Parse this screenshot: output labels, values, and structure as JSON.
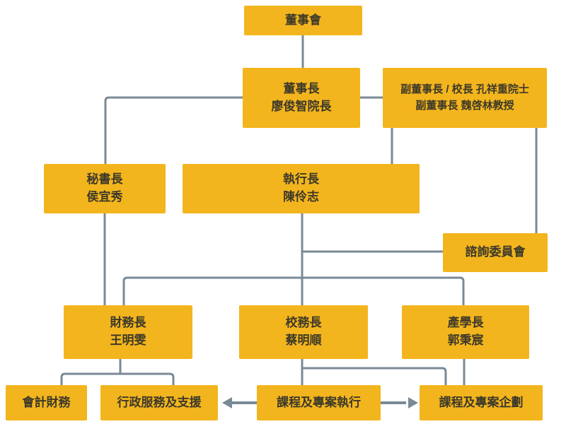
{
  "diagram": {
    "type": "organization-chart",
    "colors": {
      "box_fill": "#F3B51D",
      "connector": "#7A8A96",
      "text": "#3D3929",
      "background": "#FFFFFF"
    },
    "nodes": {
      "board": {
        "line1": "董事會"
      },
      "chairman": {
        "line1": "董事長",
        "line2": "廖俊智院長"
      },
      "vice_chairmen": {
        "line1": "副董事長 / 校長 孔祥重院士",
        "line2": "副董事長 魏啓林教授"
      },
      "secretary_general": {
        "line1": "秘書長",
        "line2": "侯宜秀"
      },
      "ceo": {
        "line1": "執行長",
        "line2": "陳伶志"
      },
      "advisory_committee": {
        "line1": "諮詢委員會"
      },
      "cfo": {
        "line1": "財務長",
        "line2": "王明雯"
      },
      "provost": {
        "line1": "校務長",
        "line2": "蔡明順"
      },
      "industry_liaison": {
        "line1": "產學長",
        "line2": "郭秉宸"
      },
      "accounting_finance": {
        "line1": "會計財務"
      },
      "admin_services": {
        "line1": "行政服務及支援"
      },
      "program_execution": {
        "line1": "課程及專案執行"
      },
      "program_planning": {
        "line1": "課程及專案企劃"
      }
    }
  }
}
